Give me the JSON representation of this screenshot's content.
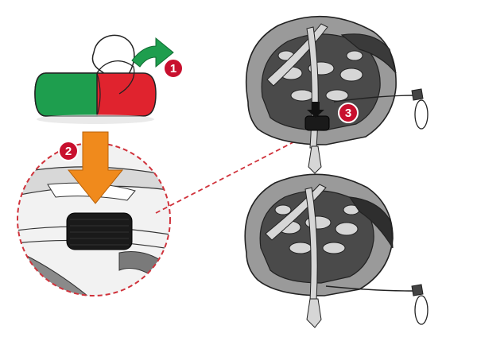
{
  "steps": [
    {
      "number": "1",
      "action": "remove-cover-from-pad"
    },
    {
      "number": "2",
      "action": "press-pad-onto-helmet"
    },
    {
      "number": "3",
      "action": "pad-position-inside-helmet"
    }
  ],
  "colors": {
    "badge": "#c8102e",
    "badge_ring": "#ffffff",
    "arrow_green": "#1e9e4e",
    "arrow_orange": "#f08a1c",
    "pad_green": "#1e9e4e",
    "pad_red": "#e0232e",
    "dashed_line": "#d0323b",
    "helmet_dark": "#4a4a4a",
    "helmet_mid": "#9a9a9a",
    "helmet_light": "#d6d6d6"
  },
  "icons": [
    "pad-icon",
    "green-arrow-icon",
    "orange-arrow-icon",
    "helmet-icon",
    "zoom-circle-icon"
  ]
}
